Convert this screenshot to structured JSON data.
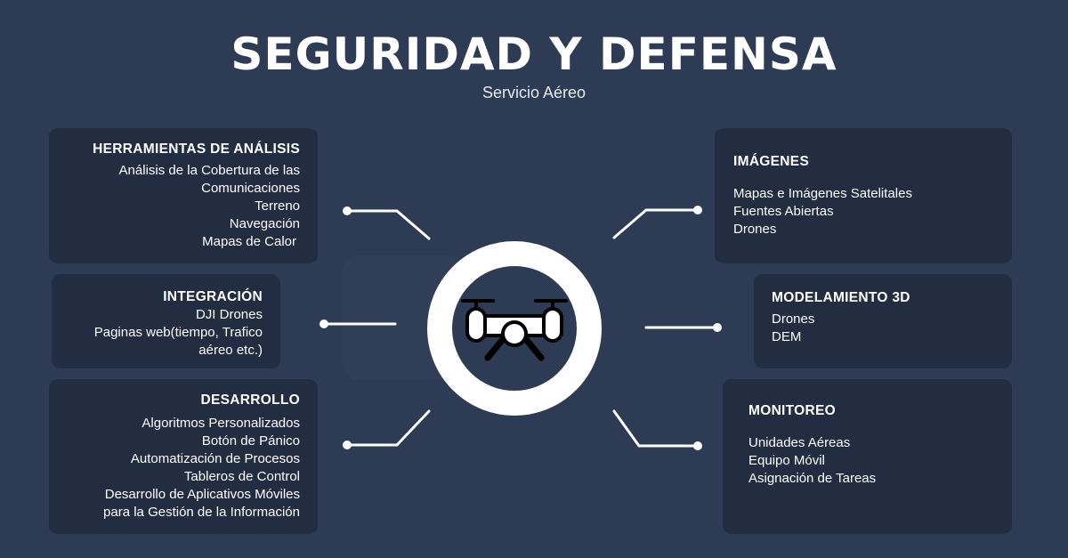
{
  "header": {
    "title": "SEGURIDAD Y DEFENSA",
    "subtitle": "Servicio Aéreo"
  },
  "cards": {
    "herramientas": {
      "title": "HERRAMIENTAS DE ANÁLISIS",
      "items": [
        "Análisis de la Cobertura de las",
        "Comunicaciones",
        "Terreno",
        "Navegación",
        "Mapas de Calor"
      ]
    },
    "integracion": {
      "title": "INTEGRACIÓN",
      "items": [
        "DJI Drones",
        "Paginas web(tiempo, Trafico",
        "aéreo etc.)"
      ]
    },
    "desarrollo": {
      "title": "DESARROLLO",
      "items": [
        "Algoritmos Personalizados",
        "Botón de Pánico",
        "Automatización de Procesos",
        "Tableros de Control",
        "Desarrollo de Aplicativos Móviles",
        "para la Gestión de la Información"
      ]
    },
    "imagenes": {
      "title": "IMÁGENES",
      "items": [
        "Mapas e Imágenes Satelitales",
        "Fuentes Abiertas",
        "Drones"
      ]
    },
    "modelamiento": {
      "title": "MODELAMIENTO 3D",
      "items": [
        "Drones",
        "DEM"
      ]
    },
    "monitoreo": {
      "title": "MONITOREO",
      "items": [
        "Unidades Aéreas",
        "Equipo Móvil",
        "Asignación de Tareas"
      ]
    }
  },
  "center": {
    "icon": "drone-icon"
  },
  "colors": {
    "background": "#2d3b54",
    "card": "#222d42"
  }
}
